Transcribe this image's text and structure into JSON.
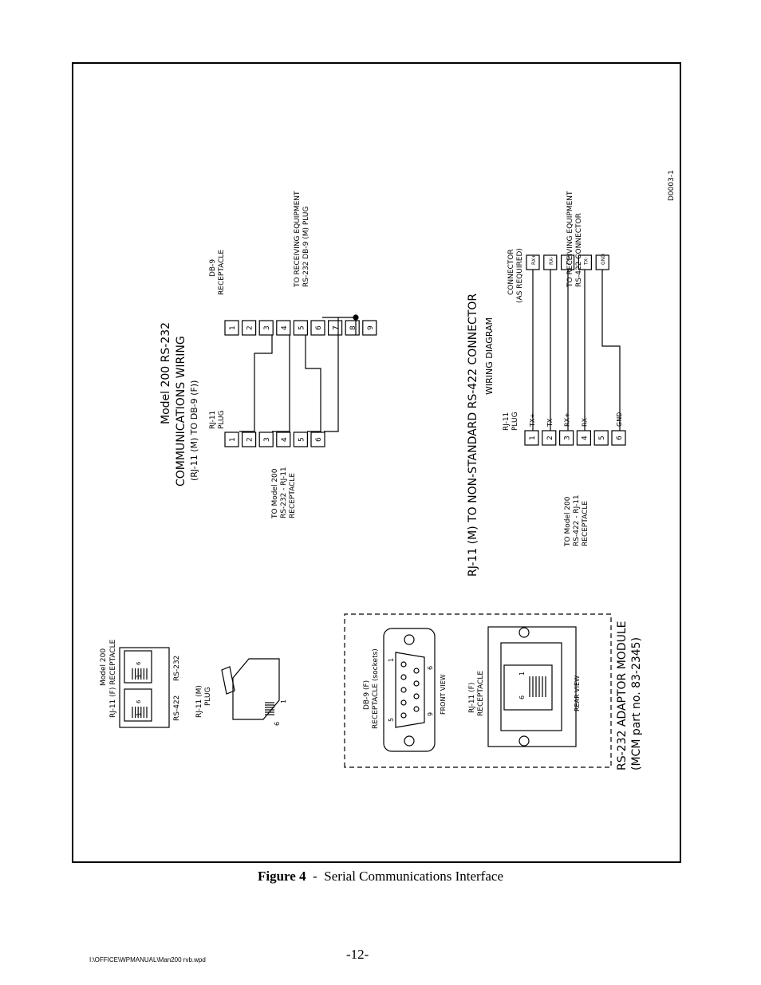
{
  "drawing_id": "D0003-1",
  "rs232": {
    "title_line1": "Model 200 RS-232",
    "title_line2": "COMMUNICATIONS WIRING",
    "subtitle": "(RJ-11 (M) TO DB-9 (F))",
    "plug_label_1": "RJ-11",
    "plug_label_2": "PLUG",
    "recept_label_1": "DB-9",
    "recept_label_2": "RECEPTACLE",
    "to_model_1": "TO Model 200",
    "to_model_2": "RS-232 - RJ-11",
    "to_model_3": "RECEPTACLE",
    "to_equip_1": "TO RECEIVING EQUIPMENT",
    "to_equip_2": "RS-232 DB-9 (M) PLUG",
    "rj_pins": [
      "1",
      "2",
      "3",
      "4",
      "5",
      "6"
    ],
    "db_pins": [
      "1",
      "2",
      "3",
      "4",
      "5",
      "6",
      "7",
      "8",
      "9"
    ]
  },
  "rs422": {
    "title_line1": "RJ-11 (M) TO NON-STANDARD RS-422 CONNECTOR",
    "title_line2": "WIRING DIAGRAM",
    "plug_label_1": "RJ-11",
    "plug_label_2": "PLUG",
    "conn_label_1": "CONNECTOR",
    "conn_label_2": "(AS REQUIRED)",
    "to_model_1": "TO Model 200",
    "to_model_2": "RS-422 - RJ-11",
    "to_model_3": "RECEPTACLE",
    "to_equip_1": "TO RECEIVING EQUIPMENT",
    "to_equip_2": "RS-422 CONNECTOR",
    "rj_pins": [
      "1",
      "2",
      "3",
      "4",
      "5",
      "6"
    ],
    "signals": [
      "TX+",
      "TX-",
      "RX+",
      "RX-",
      "",
      "GND"
    ],
    "conn_pins": [
      "RX+",
      "RX-",
      "TX+",
      "TX-",
      "GND"
    ]
  },
  "model200": {
    "label_1": "Model 200",
    "label_2": "RJ-11 (F) RECEPTACLE",
    "jack_left": "RS-422",
    "jack_right": "RS-232",
    "pin_6": "6",
    "pin_1": "1"
  },
  "plug": {
    "label_1": "RJ-11 (M)",
    "label_2": "PLUG",
    "pin_6": "6",
    "pin_1": "1"
  },
  "adaptor": {
    "db9_label_1": "DB-9 (F)",
    "db9_label_2": "RECEPTACLE (sockets)",
    "front_view": "FRONT VIEW",
    "pin_5": "5",
    "pin_1": "1",
    "pin_9": "9",
    "pin_6": "6",
    "rj_label_1": "RJ-11 (F)",
    "rj_label_2": "RECEPTACLE",
    "rear_view": "REAR VIEW",
    "rj_pin_6": "6",
    "rj_pin_1": "1",
    "title_1": "RS-232 ADAPTOR MODULE",
    "title_2": "(MCM part no. 83-2345)"
  },
  "caption": {
    "figure": "Figure 4",
    "separator": "-",
    "text": "Serial Communications Interface"
  },
  "footer": {
    "path": "I:\\OFFICE\\WPMANUAL\\Man200 rvb.wpd",
    "page": "-12-"
  }
}
